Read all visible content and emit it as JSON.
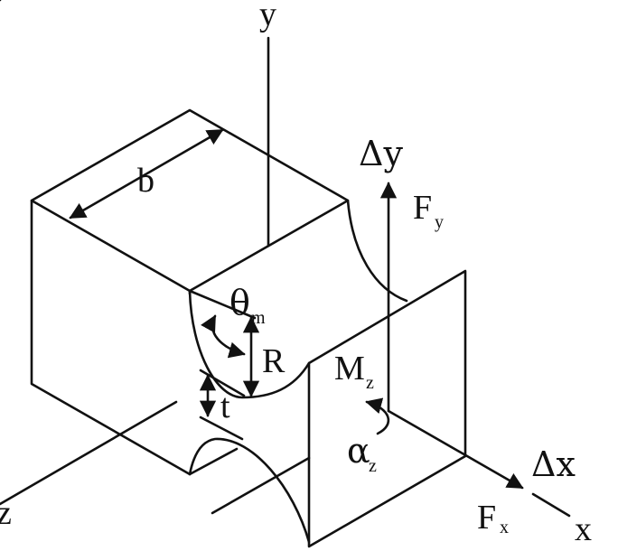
{
  "labels": {
    "y_axis": "y",
    "x_axis": "x",
    "z_axis": "z",
    "width_b": "b",
    "delta_y": "Δy",
    "delta_x": "Δx",
    "force_y_main": "F",
    "force_y_sub": "y",
    "force_x_main": "F",
    "force_x_sub": "x",
    "theta_main": "θ",
    "theta_sub": "m",
    "radius_R": "R",
    "thickness_t": "t",
    "moment_main": "M",
    "moment_sub": "z",
    "alpha_main": "α",
    "alpha_sub": "z"
  },
  "colors": {
    "ink": "#111111",
    "background": "#ffffff"
  }
}
